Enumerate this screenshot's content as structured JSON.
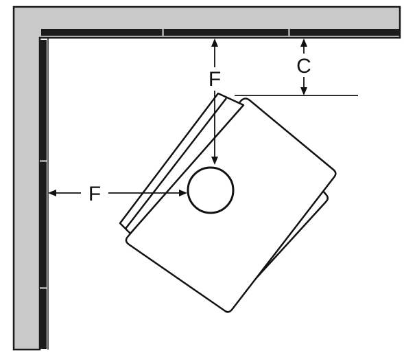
{
  "diagram": {
    "labels": {
      "side_clearance": "F",
      "front_clearance": "F",
      "corner_clearance": "C"
    },
    "colors": {
      "wall_fill": "#c9c9c9",
      "wall_outline": "#1a1a1a",
      "wall_panel": "#1c1c1c",
      "panel_divider": "#9a9a9a",
      "appliance_fill": "#ffffff",
      "line": "#111111"
    },
    "parts": [
      "corner-wall",
      "stove-body",
      "stove-top-edge",
      "flue-collar",
      "clearance-arrows"
    ]
  }
}
